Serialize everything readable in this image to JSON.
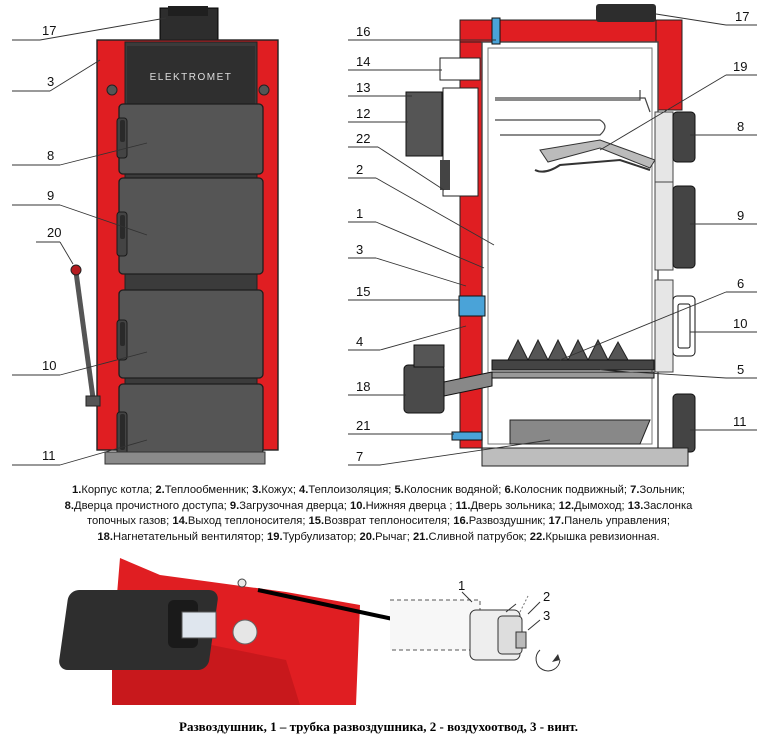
{
  "brand_logo": "ELEKTROMET",
  "front_labels": [
    "17",
    "3",
    "8",
    "9",
    "20",
    "10",
    "11"
  ],
  "section_labels_left": [
    "16",
    "14",
    "13",
    "12",
    "22",
    "2",
    "1",
    "3",
    "15",
    "4",
    "18",
    "21",
    "7"
  ],
  "section_labels_right": [
    "17",
    "19",
    "8",
    "9",
    "6",
    "10",
    "5",
    "11"
  ],
  "legend": [
    [
      [
        "1.",
        "Корпус котла; "
      ],
      [
        "2.",
        "Теплообменник; "
      ],
      [
        "3.",
        "Кожух; "
      ],
      [
        "4.",
        "Теплоизоляция; "
      ],
      [
        "5.",
        "Колосник водяной; "
      ],
      [
        "6.",
        "Колосник подвижный; "
      ],
      [
        "7.",
        "Зольник;"
      ]
    ],
    [
      [
        "8.",
        "Дверца прочистного доступа; "
      ],
      [
        "9.",
        "Загрузочная дверца; "
      ],
      [
        "10.",
        "Нижняя дверца ; "
      ],
      [
        "11.",
        "Дверь зольника; "
      ],
      [
        "12.",
        "Дымоход; "
      ],
      [
        "13.",
        "Заслонка"
      ]
    ],
    [
      [
        "",
        "топочных газов; "
      ],
      [
        "14.",
        "Выход теплоносителя; "
      ],
      [
        "15.",
        "Возврат теплоносителя; "
      ],
      [
        "16.",
        "Развоздушник; "
      ],
      [
        "17.",
        "Панель управления;"
      ]
    ],
    [
      [
        "18.",
        "Нагнетательный вентилятор; "
      ],
      [
        "19.",
        "Турбулизатор; "
      ],
      [
        "20.",
        "Рычаг; "
      ],
      [
        "21.",
        "Сливной патрубок; "
      ],
      [
        "22.",
        "Крышка ревизионная."
      ]
    ]
  ],
  "detail_labels": [
    "1",
    "2",
    "3"
  ],
  "bottom_caption": "Развоздушник, 1 – трубка развоздушника, 2 - воздухоотвод, 3 - винт."
}
